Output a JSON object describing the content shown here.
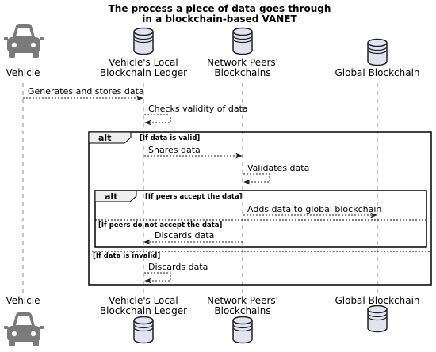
{
  "title": [
    "The process a piece of data goes through",
    "in a blockchain-based VANET"
  ],
  "participants": [
    {
      "name": "Vehicle",
      "label": [
        "Vehicle"
      ],
      "icon": "car-icon"
    },
    {
      "name": "Local",
      "label": [
        "Vehicle's Local",
        "Blockchain Ledger"
      ],
      "icon": "database-icon"
    },
    {
      "name": "Peers",
      "label": [
        "Network Peers'",
        "Blockchains"
      ],
      "icon": "database-icon"
    },
    {
      "name": "Global",
      "label": [
        "Global Blockchain"
      ],
      "icon": "database-icon"
    }
  ],
  "messages": [
    {
      "from": "Vehicle",
      "to": "Local",
      "text": "Generates and stores data"
    },
    {
      "from": "Local",
      "to": "Local",
      "text": "Checks validity of data"
    },
    {
      "from": "Local",
      "to": "Peers",
      "text": "Shares data"
    },
    {
      "from": "Peers",
      "to": "Peers",
      "text": "Validates data"
    },
    {
      "from": "Peers",
      "to": "Global",
      "text": "Adds data to global blockchain"
    },
    {
      "from": "Peers",
      "to": "Local",
      "text": "Discards data"
    },
    {
      "from": "Local",
      "to": "Local",
      "text": "Discards data"
    }
  ],
  "fragments": [
    {
      "keyword": "alt",
      "guards": [
        "[If data is valid]",
        "[If data is invalid]"
      ]
    },
    {
      "keyword": "alt",
      "guards": [
        "[If peers accept the data]",
        "[If peers do not accept the data]"
      ]
    }
  ],
  "colors": {
    "database_fill": "#e2e2f0",
    "car_icon": "#7a7a7a",
    "lifeline": "#888888"
  }
}
